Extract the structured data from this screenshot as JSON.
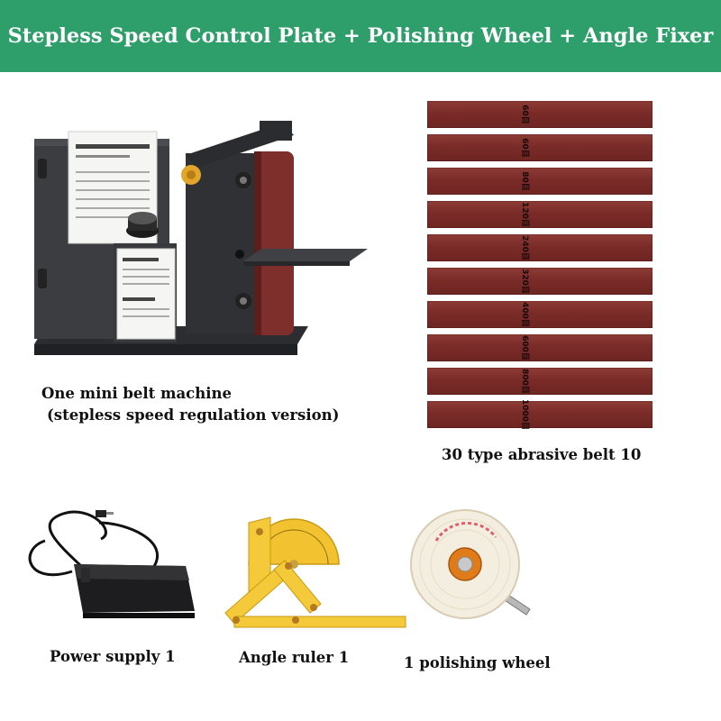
{
  "banner": {
    "title": "Stepless Speed Control Plate + Polishing Wheel + Angle Fixer"
  },
  "machine": {
    "caption_line1": "One mini belt machine",
    "caption_line2": "(stepless speed regulation version)"
  },
  "belts": {
    "caption": "30 type abrasive belt 10",
    "grits": [
      "60目",
      "60目",
      "80目",
      "120目",
      "240目",
      "320目",
      "400目",
      "600目",
      "800目",
      "1000目"
    ]
  },
  "power_supply": {
    "caption": "Power supply 1"
  },
  "angle_ruler": {
    "caption": "Angle ruler 1"
  },
  "polishing_wheel": {
    "caption": "1 polishing wheel"
  },
  "colors": {
    "banner": "#2e9e6a",
    "belt": "#7e2f2b",
    "machine_body": "#3b3d40",
    "ruler": "#f2c230",
    "wheel": "#f4eee0"
  }
}
